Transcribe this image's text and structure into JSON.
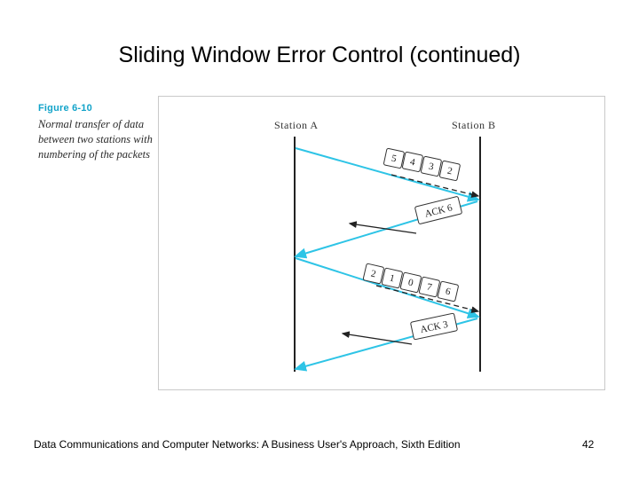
{
  "slide": {
    "title": "Sliding Window Error Control (continued)",
    "figure": {
      "label": "Figure 6-10",
      "description": "Normal transfer of data between two stations with numbering of the packets",
      "caption_color": "#12a3c9"
    },
    "diagram": {
      "stations": [
        {
          "name": "Station A"
        },
        {
          "name": "Station B"
        }
      ],
      "accent_color": "#2ec4e6",
      "transfers": [
        {
          "direction": "a-to-b",
          "packets": [
            "5",
            "4",
            "3",
            "2"
          ]
        },
        {
          "direction": "b-to-a",
          "packets": [
            "ACK 6"
          ]
        },
        {
          "direction": "a-to-b",
          "packets": [
            "2",
            "1",
            "0",
            "7",
            "6"
          ]
        },
        {
          "direction": "b-to-a",
          "packets": [
            "ACK 3"
          ]
        }
      ]
    }
  },
  "footer": {
    "text": "Data Communications and Computer Networks: A Business User's Approach, Sixth Edition",
    "page": "42"
  }
}
